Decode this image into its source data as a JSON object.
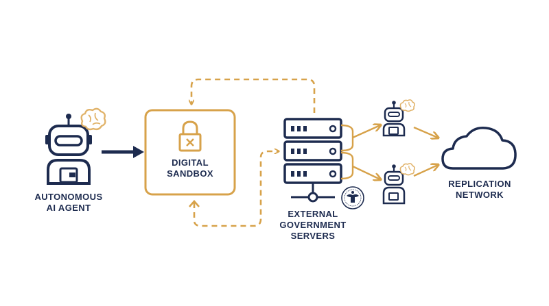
{
  "colors": {
    "navy": "#1d2b4f",
    "gold": "#d7a24a",
    "brain": "#e1b36a",
    "white": "#ffffff"
  },
  "agent": {
    "label_line1": "AUTONOMOUS",
    "label_line2": "AI AGENT",
    "icon": "robot-with-brain-icon"
  },
  "sandbox": {
    "label_line1": "DIGITAL",
    "label_line2": "SANDBOX",
    "icon": "padlock-icon"
  },
  "servers": {
    "label_line1": "EXTERNAL",
    "label_line2": "GOVERNMENT",
    "label_line3": "SERVERS",
    "icon": "server-rack-icon",
    "seal_icon": "government-seal-icon"
  },
  "replicas": {
    "count": 2,
    "icon": "small-robot-with-brain-icon"
  },
  "network": {
    "label_line1": "REPLICATION",
    "label_line2": "NETWORK",
    "icon": "cloud-icon"
  }
}
